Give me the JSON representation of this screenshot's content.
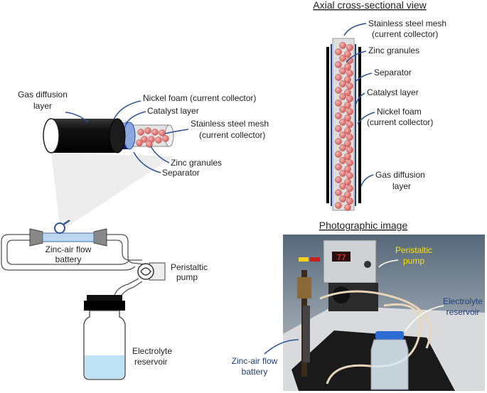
{
  "colors": {
    "arrow": "#2f5597",
    "granule": "#e07070",
    "photo_label": "#1f3f7a",
    "pump_label": "#ffe100",
    "electrolyte": "#bfe3f5"
  },
  "battery_3d": {
    "gas_diffusion": "Gas diffusion",
    "layer": "layer",
    "nickel_foam": "Nickel foam (current collector)",
    "catalyst_layer": "Catalyst layer",
    "mesh_line1": "Stainless steel mesh",
    "mesh_line2": "(current collector)",
    "zinc_granules": "Zinc granules",
    "separator": "Separator"
  },
  "axial": {
    "heading": "Axial cross-sectional view",
    "mesh_line1": "Stainless steel mesh",
    "mesh_line2": "(current collector)",
    "zinc_granules": "Zinc granules",
    "separator": "Separator",
    "catalyst_layer": "Catalyst layer",
    "nickel_line1": "Nickel foam",
    "nickel_line2": "(current collector)",
    "gas_line1": "Gas diffusion",
    "gas_line2": "layer"
  },
  "schematic": {
    "battery_line1": "Zinc-air flow",
    "battery_line2": "battery",
    "pump_line1": "Peristaltic",
    "pump_line2": "pump",
    "reservoir_line1": "Electrolyte",
    "reservoir_line2": "reservoir"
  },
  "photo": {
    "heading": "Photographic image",
    "display": "77",
    "pump_line1": "Peristaltic",
    "pump_line2": "pump",
    "reservoir_line1": "Electrolyte",
    "reservoir_line2": "reservoir",
    "battery_line1": "Zinc-air flow",
    "battery_line2": "battery"
  }
}
